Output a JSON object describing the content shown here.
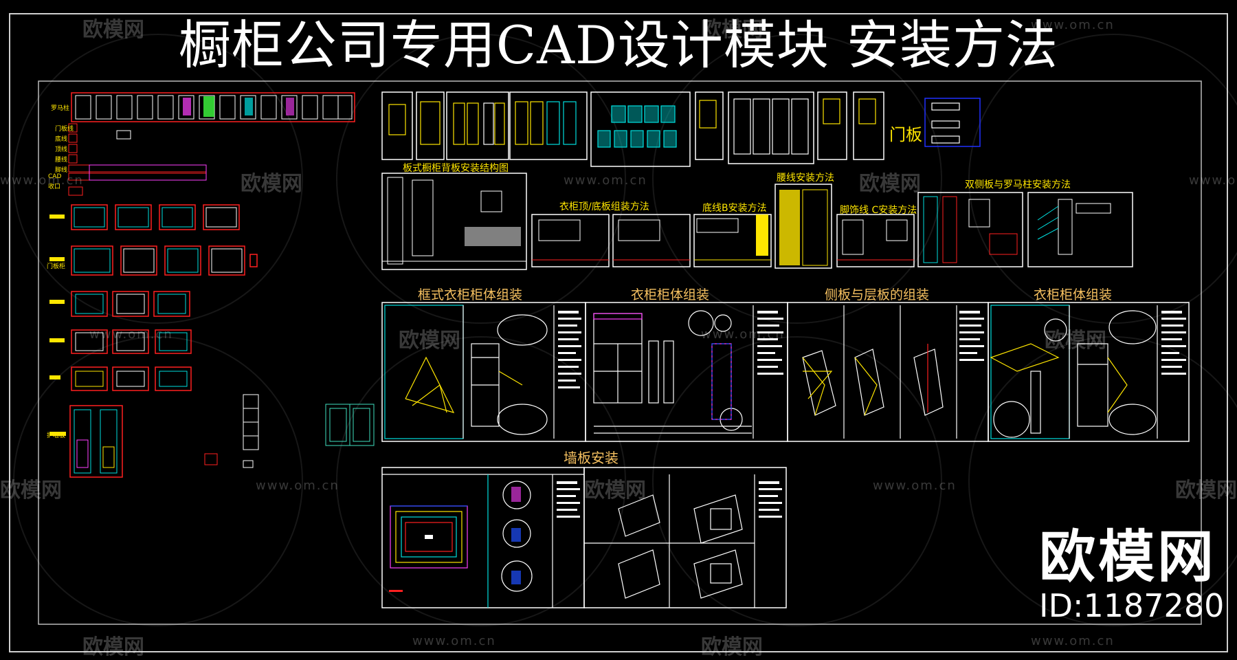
{
  "title": "橱柜公司专用CAD设计模块 安装方法",
  "labels": {
    "door_panel": "门板",
    "back_panel": "板式橱柜背板安装结构图",
    "top_bottom": "衣柜顶/底板组装方法",
    "skirting": "底线B安装方法",
    "waistline": "腰线安装方法",
    "foot_line": "脚饰线 C安装方法",
    "roman_column": "双侧板与罗马柱安装方法",
    "frame_cabinet": "框式衣柜柜体组装",
    "cabinet_assembly": "衣柜柜体组装",
    "side_shelf": "侧板与层板的组装",
    "cabinet_assembly_2": "衣柜柜体组装",
    "wall_panel": "墙板安装"
  },
  "left_labels": [
    "罗马柱",
    "门板线",
    "底线",
    "顶线",
    "腰线",
    "脚线",
    "CAD",
    "收口",
    "门板柜",
    "护墙板"
  ],
  "watermark": {
    "text": "欧模网",
    "url": "www.om.cn"
  },
  "brand": {
    "logo": "欧模网",
    "id": "ID:1187280"
  },
  "colors": {
    "background": "#000000",
    "frame": "#c8c8c8",
    "yellow": "#ffe600",
    "red": "#ff2020",
    "cyan": "#00e0e0",
    "white": "#ffffff",
    "magenta": "#ff40ff",
    "green": "#40ff40",
    "blue": "#3050ff"
  }
}
